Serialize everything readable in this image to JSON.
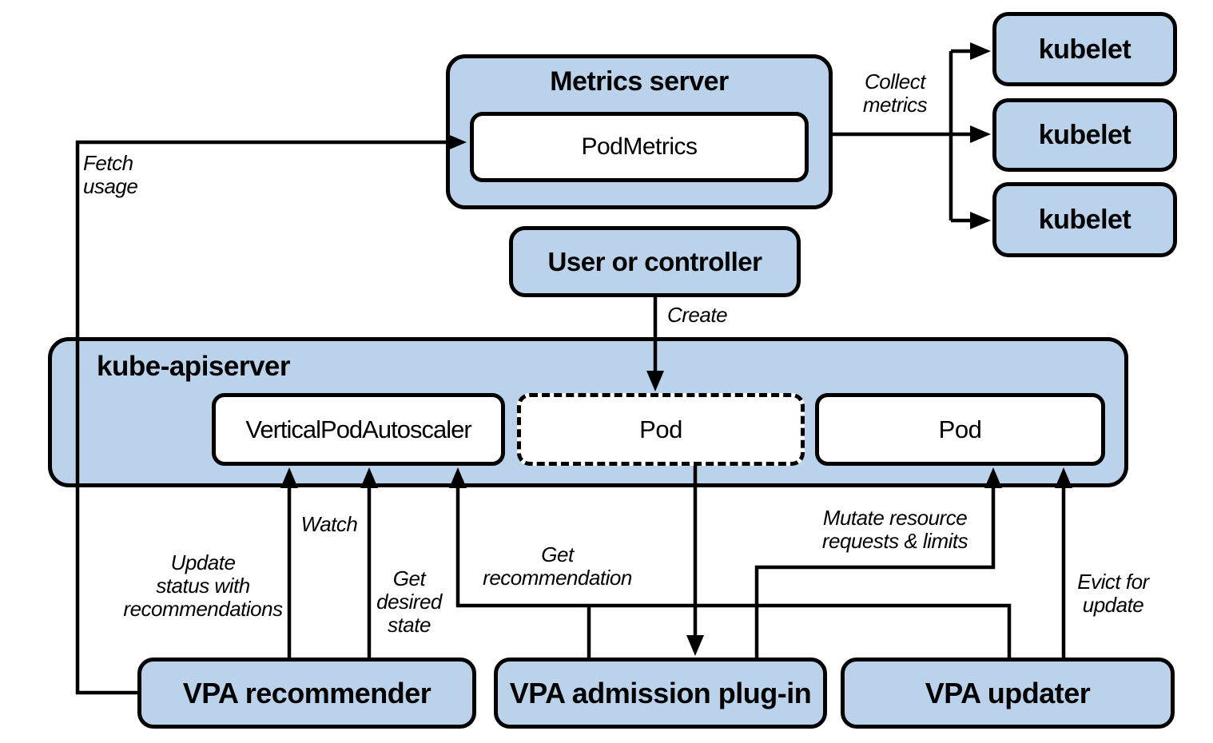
{
  "diagram": "Kubernetes Vertical Pod Autoscaler architecture",
  "colors": {
    "box_fill": "#BBD3EA",
    "box_border": "#000000",
    "background": "#FFFFFF",
    "line": "#000000",
    "text": "#000000"
  },
  "nodes": {
    "metrics_server": {
      "label": "Metrics server"
    },
    "pod_metrics": {
      "label": "PodMetrics"
    },
    "kubelets": [
      "kubelet",
      "kubelet",
      "kubelet"
    ],
    "user_or_controller": {
      "label": "User or controller"
    },
    "kube_apiserver": {
      "label": "kube-apiserver"
    },
    "vertical_pod_autoscaler": {
      "label": "VerticalPodAutoscaler"
    },
    "pod_pending": {
      "label": "Pod",
      "border_style": "dashed"
    },
    "pod_running": {
      "label": "Pod",
      "border_style": "solid"
    },
    "vpa_recommender": {
      "label": "VPA recommender"
    },
    "vpa_admission_plugin": {
      "label": "VPA admission plug-in"
    },
    "vpa_updater": {
      "label": "VPA updater"
    }
  },
  "edge_labels": {
    "fetch_usage": "Fetch\nusage",
    "collect_metrics": "Collect\nmetrics",
    "create": "Create",
    "update_status": "Update\nstatus with\nrecommendations",
    "watch": "Watch",
    "get_desired_state": "Get\ndesired\nstate",
    "get_recommendation": "Get\nrecommendation",
    "mutate": "Mutate resource\nrequests & limits",
    "evict_for_update": "Evict for\nupdate"
  }
}
